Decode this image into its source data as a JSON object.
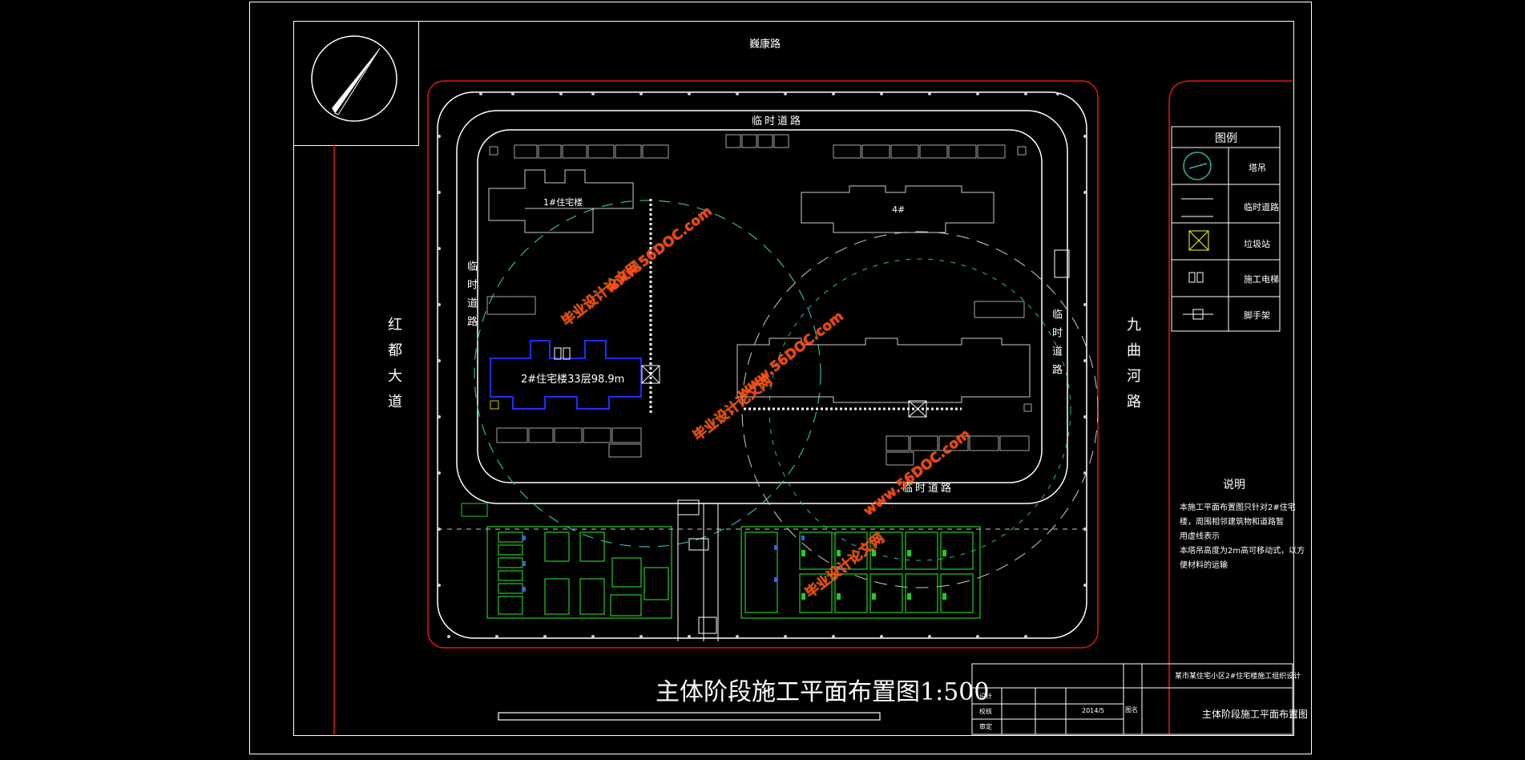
{
  "drawing": {
    "title": "主体阶段施工平面布置图1:500",
    "roads": {
      "north": "巍康路",
      "west": "红都大道",
      "east": "九曲河路",
      "temp_top": "临时道路",
      "temp_left": "临时道路",
      "temp_right": "临时道路",
      "temp_bottom": "临时道路"
    },
    "buildings": {
      "b1": "1#住宅楼",
      "b2": "2#住宅楼33层98.9m",
      "b4": "4#"
    },
    "legend": {
      "title": "图例",
      "items": [
        {
          "label": "塔吊"
        },
        {
          "label": "临时道路"
        },
        {
          "label": "垃圾站"
        },
        {
          "label": "施工电梯"
        },
        {
          "label": "脚手架"
        }
      ]
    },
    "notes": {
      "title": "说明",
      "lines": [
        "本施工平面布置图只针对2#住宅",
        "楼，周围相邻建筑物和道路暂",
        "用虚线表示",
        "本塔吊高度为2m高可移动式，以方",
        "便材料的运输"
      ]
    },
    "watermark": {
      "text_a": "毕业设计论文网",
      "text_b": "www.56DOC.com"
    },
    "title_block": {
      "project": "某市某住宅小区2#住宅楼施工组织设计",
      "sheet_title": "主体阶段施工平面布置图",
      "date": "2014/5",
      "label_design": "设计",
      "label_check": "校核",
      "label_approve": "审定",
      "label_sheet": "图名"
    },
    "colors": {
      "frame": "#ffffff",
      "site_boundary": "#e01818",
      "facility_green": "#22cc22",
      "building_blue": "#1f2cff",
      "crane_circle": "#2fb5a8",
      "watermark": "#ff3a1a"
    }
  }
}
